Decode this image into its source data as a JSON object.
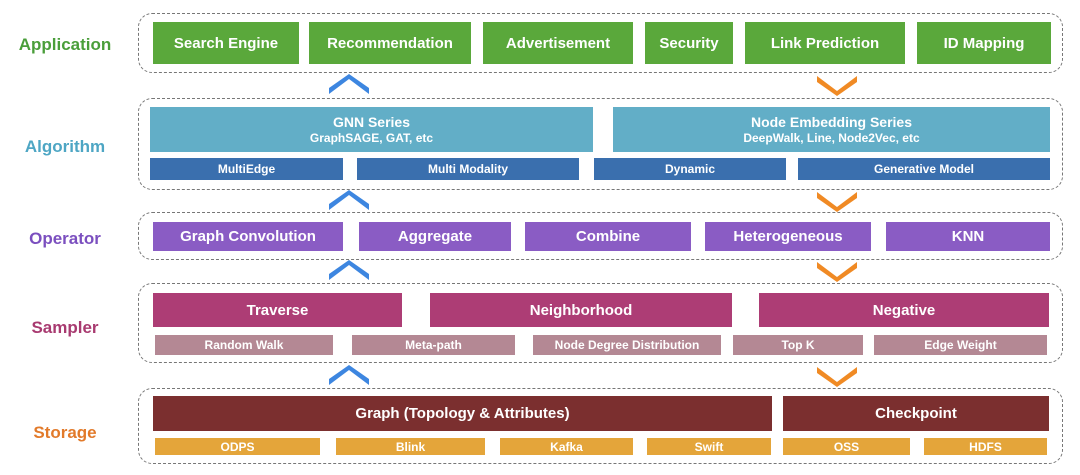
{
  "layers": {
    "application": {
      "label": "Application",
      "color": "#4a9e3a",
      "items": [
        "Search Engine",
        "Recommendation",
        "Advertisement",
        "Security",
        "Link Prediction",
        "ID Mapping"
      ]
    },
    "algorithm": {
      "label": "Algorithm",
      "color": "#4ea6c4",
      "series": [
        {
          "title": "GNN Series",
          "subtitle": "GraphSAGE, GAT, etc"
        },
        {
          "title": "Node Embedding Series",
          "subtitle": "DeepWalk, Line, Node2Vec, etc"
        }
      ],
      "items": [
        "MultiEdge",
        "Multi Modality",
        "Dynamic",
        "Generative Model"
      ]
    },
    "operator": {
      "label": "Operator",
      "color": "#7b4fbf",
      "items": [
        "Graph Convolution",
        "Aggregate",
        "Combine",
        "Heterogeneous",
        "KNN"
      ]
    },
    "sampler": {
      "label": "Sampler",
      "color": "#a83a70",
      "groups": [
        "Traverse",
        "Neighborhood",
        "Negative"
      ],
      "items": [
        "Random Walk",
        "Meta-path",
        "Node Degree Distribution",
        "Top K",
        "Edge Weight"
      ]
    },
    "storage": {
      "label": "Storage",
      "color": "#e27a2a",
      "groups": [
        "Graph (Topology & Attributes)",
        "Checkpoint"
      ],
      "items": [
        "ODPS",
        "Blink",
        "Kafka",
        "Swift",
        "OSS",
        "HDFS"
      ]
    }
  },
  "arrow_colors": {
    "up": "#3d86e0",
    "down": "#f08a24"
  }
}
